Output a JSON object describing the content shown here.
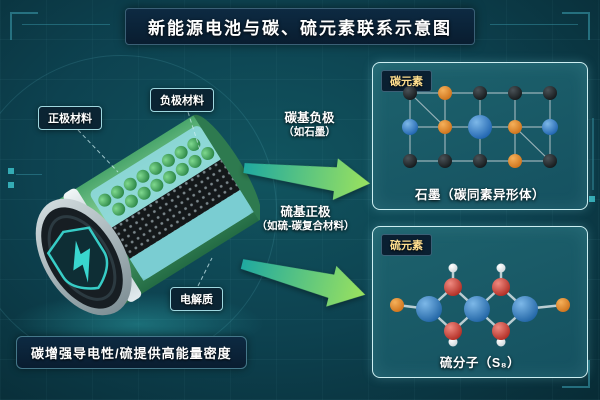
{
  "title": "新能源电池与碳、硫元素联系示意图",
  "battery": {
    "cathode_label": "正极材料",
    "anode_label": "负极材料",
    "electrolyte_label": "电解质"
  },
  "arrows": {
    "carbon": {
      "title": "碳基负极",
      "subtitle": "（如石墨）"
    },
    "sulfur": {
      "title": "硫基正极",
      "subtitle": "（如硫-碳复合材料）"
    }
  },
  "panels": {
    "carbon": {
      "tag": "碳元素",
      "caption": "石墨（碳同素异形体）"
    },
    "sulfur": {
      "tag": "硫元素",
      "caption": "硫分子（S₈）"
    }
  },
  "footer": "碳增强导电性/硫提供高能量密度",
  "colors": {
    "background_teal": "#0d4250",
    "panel_border": "#cdeff2",
    "accent_teal": "#39d6cf",
    "arrow_gradient_start": "#1fa9a0",
    "arrow_gradient_end": "#9be25e",
    "banner_bg": "#091d30",
    "tag_text_gold": "#ffdf8f"
  }
}
